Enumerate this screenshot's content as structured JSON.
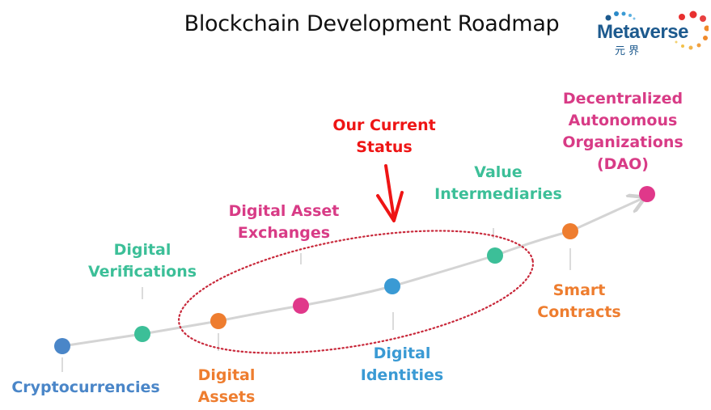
{
  "title": "Blockchain Development Roadmap",
  "logo": {
    "text": "Metaverse",
    "subtext": "元 界",
    "colors": {
      "text": "#1d5a8e",
      "dots_blue": "#2a8ac8",
      "dots_red": "#e83030",
      "dots_orange": "#f08a2a",
      "dots_yellow": "#f2c14a"
    }
  },
  "callout": {
    "label": "Our Current\nStatus",
    "color": "#ee1515",
    "arrow_icon": "down-arrow-icon",
    "highlight_ring": "dotted-ellipse",
    "highlight_color": "#c8283a"
  },
  "milestones": [
    {
      "label": "Cryptocurrencies",
      "color": "#4a86c8",
      "position": "below"
    },
    {
      "label": "Digital\nVerifications",
      "color": "#3cbf98",
      "position": "above"
    },
    {
      "label": "Digital\nAssets",
      "color": "#ee7d2f",
      "position": "below"
    },
    {
      "label": "Digital Asset\nExchanges",
      "color": "#e0388a",
      "position": "above"
    },
    {
      "label": "Digital\nIdentities",
      "color": "#3a9ad4",
      "position": "below"
    },
    {
      "label": "Value\nIntermediaries",
      "color": "#3cbf98",
      "position": "above"
    },
    {
      "label": "Smart\nContracts",
      "color": "#ee7d2f",
      "position": "below"
    },
    {
      "label": "Decentralized\nAutonomous\nOrganizations\n(DAO)",
      "color": "#e0388a",
      "position": "above"
    }
  ],
  "line_color": "#d4d4d4"
}
